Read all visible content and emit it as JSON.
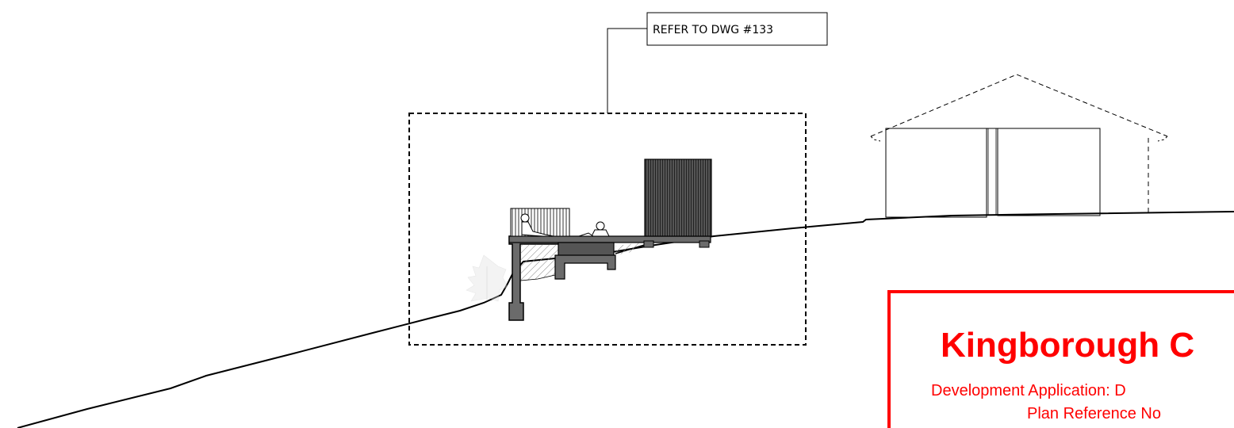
{
  "callout": {
    "label": "REFER TO DWG #133"
  },
  "stamp": {
    "title": "Kingborough C",
    "line1": "Development Application: D",
    "line2": "Plan Reference No"
  },
  "colors": {
    "stamp": "#ff0000",
    "line": "#000000",
    "structure_fill": "#6b6b6b",
    "dark_fill": "#3f3f3f"
  }
}
